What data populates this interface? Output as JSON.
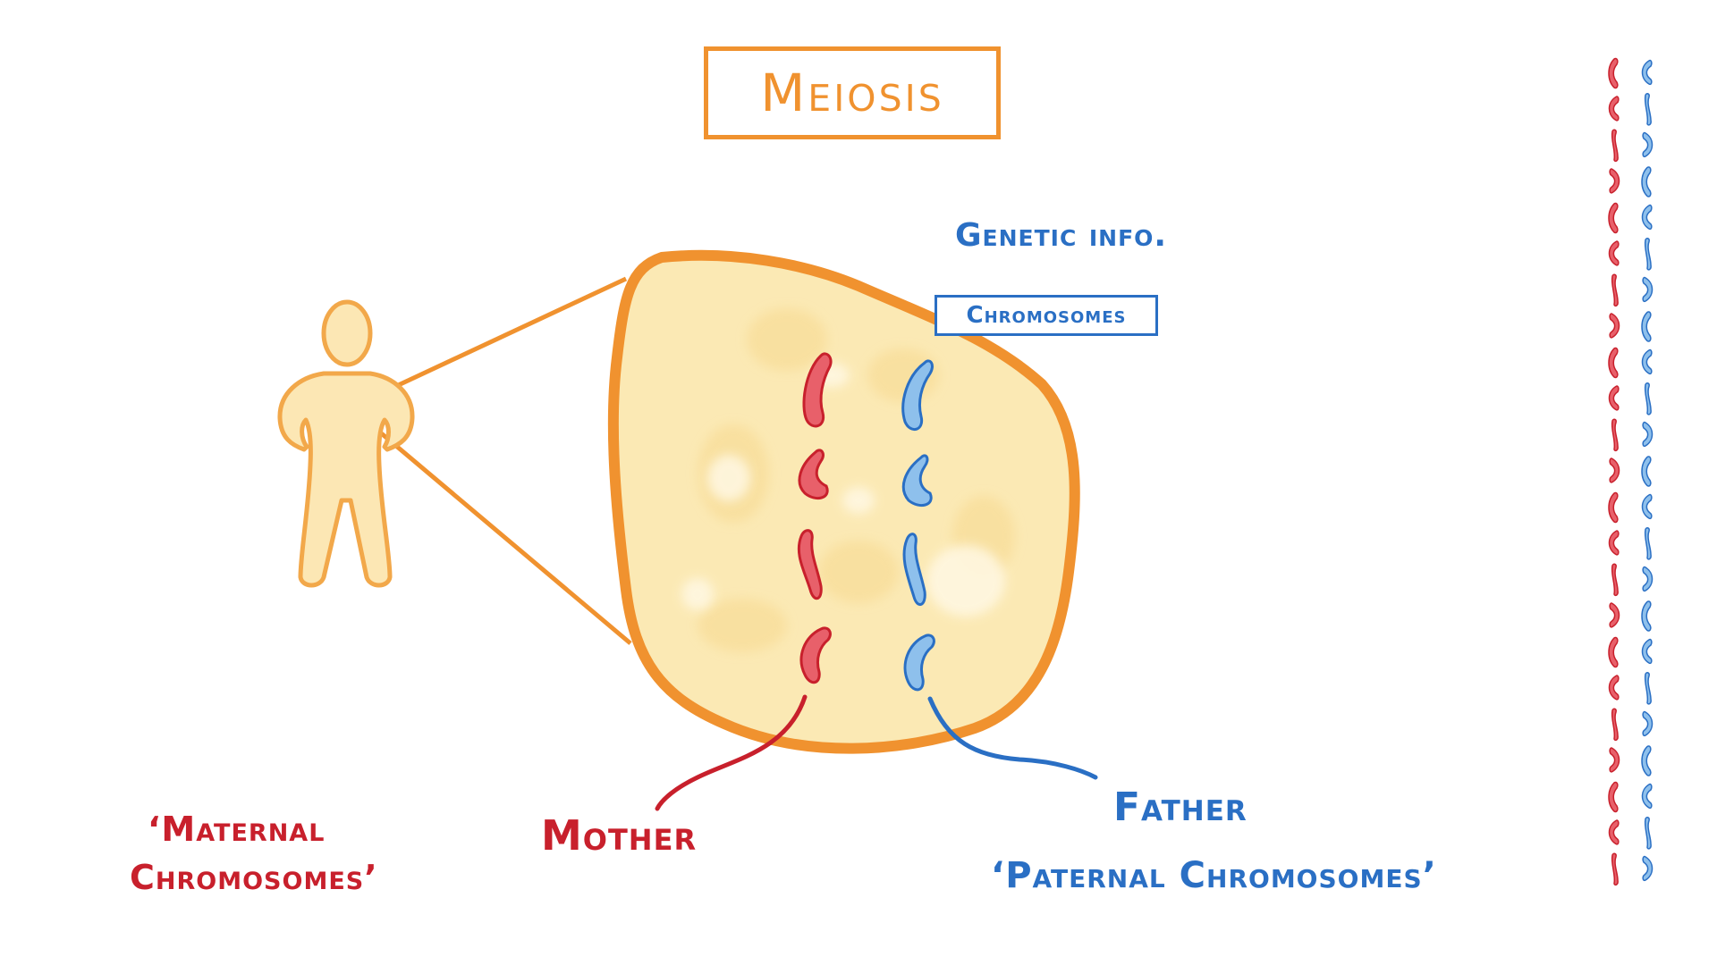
{
  "title": "Meiosis",
  "labels": {
    "genetic_info": "Genetic info.",
    "chromosomes": "Chromosomes",
    "mother": "Mother",
    "father": "Father",
    "maternal_line1": "‘Maternal",
    "maternal_line2": "Chromosomes’",
    "paternal": "‘Paternal Chromosomes’"
  },
  "colors": {
    "orange": "#f0922f",
    "cell_fill": "#fbe9b4",
    "maternal_red": "#e8606a",
    "paternal_blue": "#8ec0ec",
    "label_red": "#c8202c",
    "label_blue": "#2a6fc4"
  }
}
